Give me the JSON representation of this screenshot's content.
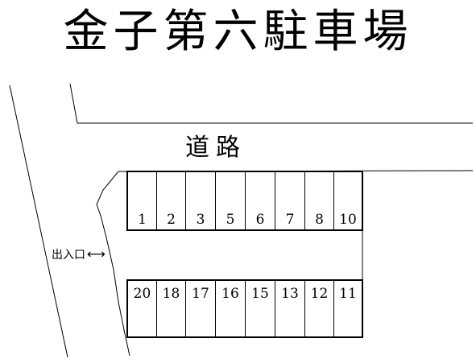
{
  "title": "金子第六駐車場",
  "road_label": "道路",
  "entrance_label": "出入口",
  "entrance_arrow": "⟷",
  "stalls_top": [
    "1",
    "2",
    "3",
    "5",
    "6",
    "7",
    "8",
    "10"
  ],
  "stalls_bottom": [
    "20",
    "18",
    "17",
    "16",
    "15",
    "13",
    "12",
    "11"
  ]
}
